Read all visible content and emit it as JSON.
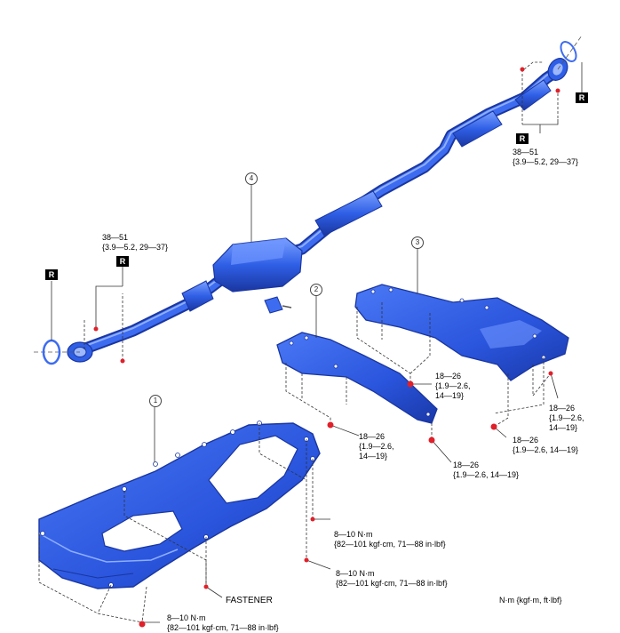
{
  "diagram": {
    "seal_mark": "R",
    "callouts": {
      "part1": "1",
      "part2": "2",
      "part3": "3",
      "part4": "4"
    },
    "torques": {
      "front_pipe_flange": [
        "38—51",
        "{3.9—5.2, 29—37}"
      ],
      "rear_pipe_flange": [
        "38—51",
        "{3.9—5.2, 29—37}"
      ],
      "cover3_center": [
        "18—26",
        "{1.9—2.6,",
        "14—19}"
      ],
      "cover3_right": [
        "18—26",
        "{1.9—2.6,",
        "14—19}"
      ],
      "cover3_lower": [
        "18—26",
        "{1.9—2.6, 14—19}"
      ],
      "cover2_left": [
        "18—26",
        "{1.9—2.6,",
        "14—19}"
      ],
      "cover2_right": [
        "18—26",
        "{1.9—2.6, 14—19}"
      ],
      "cover1_a": [
        "8—10 N·m",
        "{82—101 kgf·cm, 71—88 in·lbf}"
      ],
      "cover1_b": [
        "8—10 N·m",
        "{82—101 kgf·cm, 71—88 in·lbf}"
      ],
      "cover1_c": [
        "8—10 N·m",
        "{82—101 kgf·cm, 71—88 in·lbf}"
      ]
    },
    "fastener_label": "FASTENER",
    "units_legend": "N·m {kgf·m, ft·lbf}",
    "colors": {
      "part_blue": "#2f5fe6",
      "part_dark": "#1e3fb0",
      "part_light": "#6f95ff",
      "bolt_red": "#e0202a",
      "leader": "#333333"
    }
  }
}
